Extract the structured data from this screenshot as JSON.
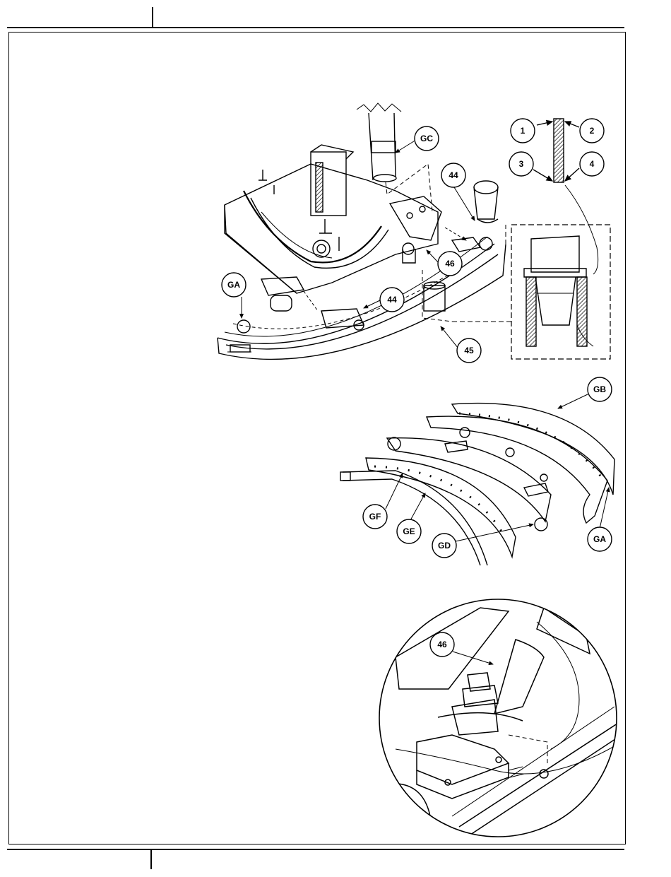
{
  "page": {
    "header_left": "",
    "header_right": "",
    "footer_left": "",
    "footer_right": ""
  },
  "callouts": {
    "gc": "GC",
    "ga_top": "GA",
    "n44_top": "44",
    "n46_top": "46",
    "n44_mid": "44",
    "n45": "45",
    "n1": "1",
    "n2": "2",
    "n3": "3",
    "n4": "4",
    "gb": "GB",
    "gf": "GF",
    "ge": "GE",
    "gd": "GD",
    "ga_bottom": "GA",
    "n46_detail": "46"
  },
  "colors": {
    "line": "#000000",
    "background": "#ffffff",
    "hatch": "#555555"
  }
}
